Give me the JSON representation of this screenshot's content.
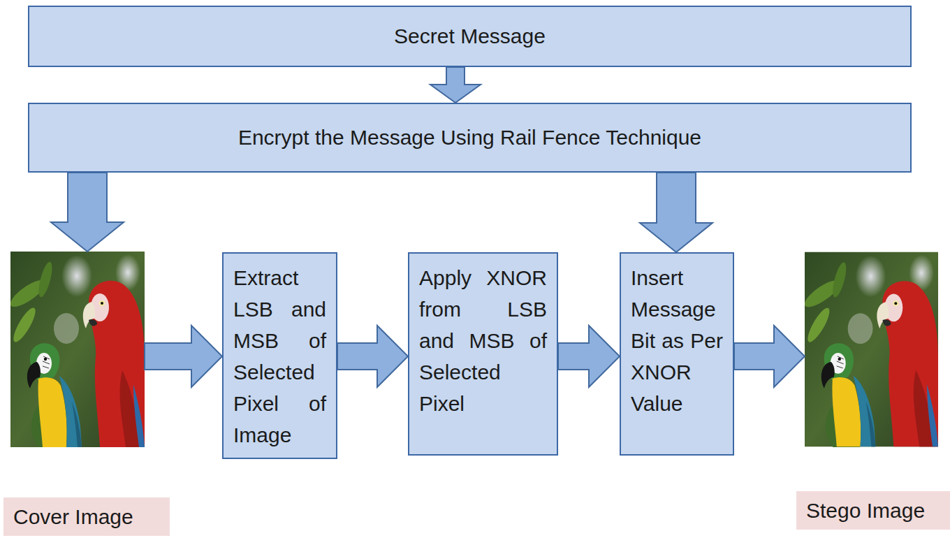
{
  "diagram": {
    "nodes": [
      {
        "text": [
          "Secret Message"
        ]
      },
      {
        "text": [
          "Encrypt the Message Using Rail Fence Technique"
        ]
      },
      {
        "text": [
          "Cover Image"
        ]
      },
      {
        "text": [
          "Extract LSB and MSB of Selected Pixel of Image"
        ]
      },
      {
        "text": [
          "Apply XNOR from LSB and MSB of Selected Pixel"
        ]
      },
      {
        "text": [
          "Insert Message Bit as Per XNOR Value"
        ]
      },
      {
        "text": [
          "Stego Image"
        ]
      }
    ],
    "edges": [
      {
        "from": 0,
        "to": 1,
        "arrow": "to"
      },
      {
        "from": 1,
        "to": 2,
        "arrow": "to"
      },
      {
        "from": 1,
        "to": 5,
        "arrow": "to"
      },
      {
        "from": 2,
        "to": 3,
        "arrow": "to"
      },
      {
        "from": 3,
        "to": 4,
        "arrow": "to"
      },
      {
        "from": 4,
        "to": 5,
        "arrow": "to"
      },
      {
        "from": 5,
        "to": 6,
        "arrow": "to"
      }
    ]
  }
}
